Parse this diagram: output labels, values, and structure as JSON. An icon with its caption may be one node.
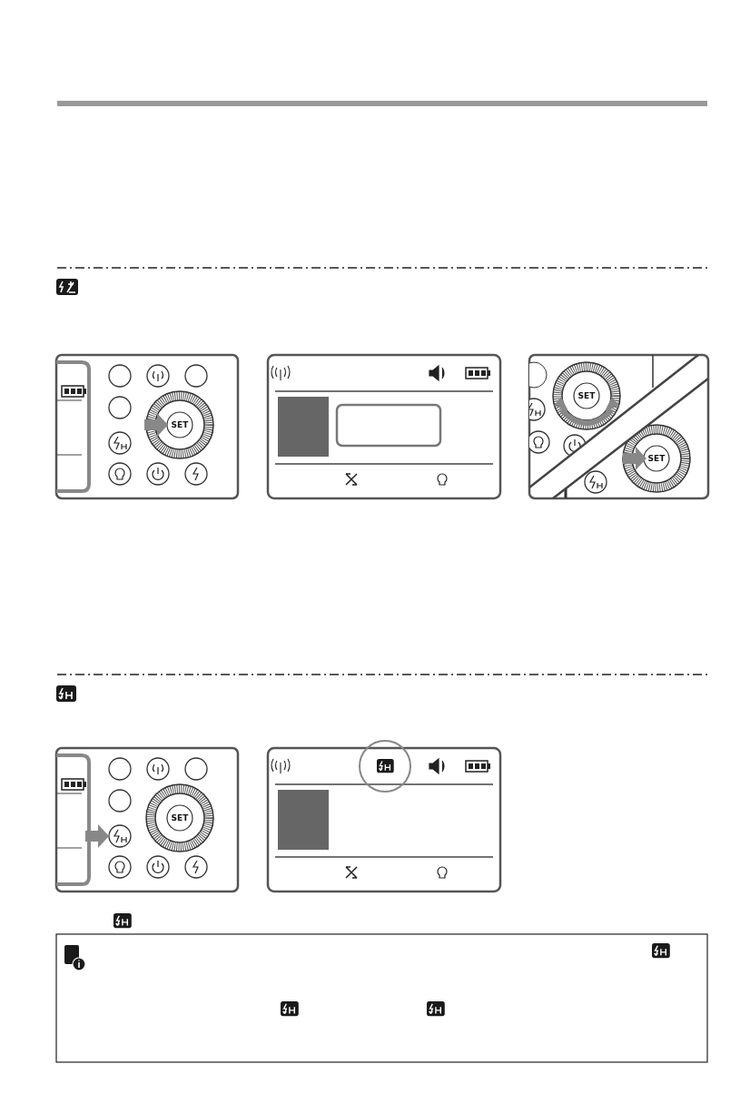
{
  "diagram": {
    "labels": [
      "SET",
      "SET",
      "SET",
      "SET"
    ]
  }
}
